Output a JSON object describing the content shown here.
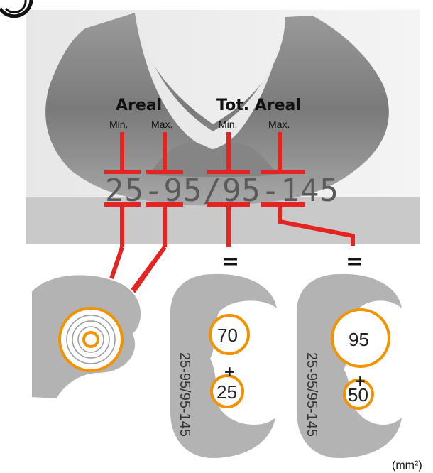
{
  "header": {
    "areal_label": "Areal",
    "tot_areal_label": "Tot. Areal",
    "min_label": "Min.",
    "max_label": "Max."
  },
  "code": {
    "text": "25-95/95-145",
    "areal_min": "25",
    "areal_max": "95",
    "tot_min": "95",
    "tot_max": "145"
  },
  "equals": "=",
  "plus": "+",
  "diagram_side_text": "25-95/95-145",
  "example_min": {
    "large": "70",
    "small": "25"
  },
  "example_max": {
    "large": "95",
    "small": "50"
  },
  "unit": "(mm²)",
  "colors": {
    "red": "#e52421",
    "orange": "#f39200",
    "metal_dark": "#6f6f6f",
    "metal_light": "#bdbdbd",
    "gray_shape": "#b3b3b3"
  }
}
